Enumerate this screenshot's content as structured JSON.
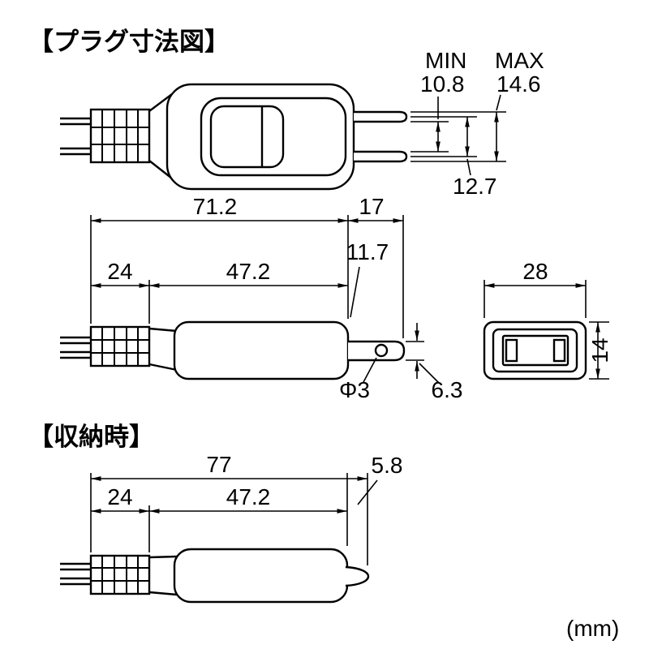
{
  "diagram": {
    "unit_note": "(mm)",
    "plug_section": {
      "title": "【プラグ寸法図】",
      "top_view": {
        "blade_span_min_label": "MIN",
        "blade_span_min": "10.8",
        "blade_span_max_label": "MAX",
        "blade_span_max": "14.6",
        "blade_pitch": "12.7"
      },
      "side_view": {
        "overall_length": "71.2",
        "blade_length": "17",
        "hole_offset": "11.7",
        "grip_length": "24",
        "body_length": "47.2",
        "hole_diameter": "Φ3",
        "blade_width": "6.3"
      },
      "front_view": {
        "width": "28",
        "height": "14"
      }
    },
    "stored_section": {
      "title": "【収納時】",
      "overall_length": "77",
      "tip_length": "5.8",
      "grip_length": "24",
      "body_length": "47.2"
    }
  }
}
